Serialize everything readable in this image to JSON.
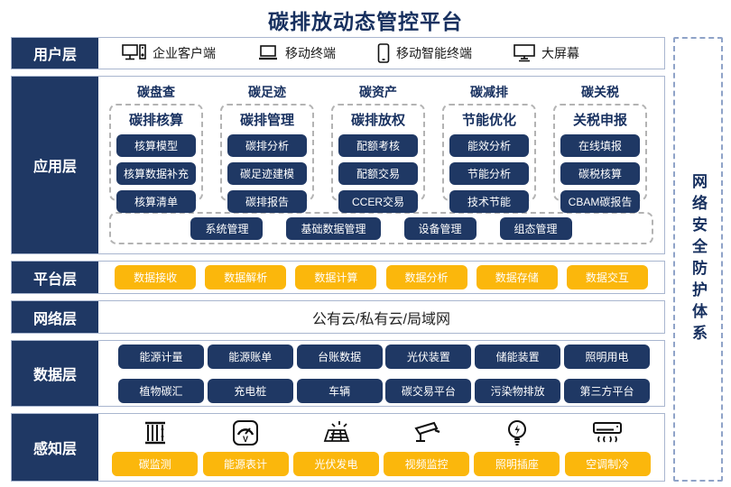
{
  "title": "碳排放动态管控平台",
  "right_bar": {
    "text": "网络安全防护体系"
  },
  "layers": {
    "user": {
      "label": "用户层",
      "devices": [
        {
          "icon": "desktop-pc-icon",
          "label": "企业客户端"
        },
        {
          "icon": "laptop-icon",
          "label": "移动终端"
        },
        {
          "icon": "smartphone-icon",
          "label": "移动智能终端"
        },
        {
          "icon": "big-screen-icon",
          "label": "大屏幕"
        }
      ]
    },
    "app": {
      "label": "应用层",
      "columns": [
        {
          "header": "碳盘查",
          "title": "碳排核算",
          "items": [
            "核算模型",
            "核算数据补充",
            "核算清单"
          ]
        },
        {
          "header": "碳足迹",
          "title": "碳排管理",
          "items": [
            "碳排分析",
            "碳足迹建模",
            "碳排报告"
          ]
        },
        {
          "header": "碳资产",
          "title": "碳排放权",
          "items": [
            "配额考核",
            "配额交易",
            "CCER交易"
          ]
        },
        {
          "header": "碳减排",
          "title": "节能优化",
          "items": [
            "能效分析",
            "节能分析",
            "技术节能"
          ]
        },
        {
          "header": "碳关税",
          "title": "关税申报",
          "items": [
            "在线填报",
            "碳税核算",
            "CBAM碳报告"
          ]
        }
      ],
      "common": [
        "系统管理",
        "基础数据管理",
        "设备管理",
        "组态管理"
      ]
    },
    "platform": {
      "label": "平台层",
      "items": [
        "数据接收",
        "数据解析",
        "数据计算",
        "数据分析",
        "数据存储",
        "数据交互"
      ]
    },
    "network": {
      "label": "网络层",
      "text": "公有云/私有云/局域网"
    },
    "data": {
      "label": "数据层",
      "row1": [
        "能源计量",
        "能源账单",
        "台账数据",
        "光伏装置",
        "储能装置",
        "照明用电"
      ],
      "row2": [
        "植物碳汇",
        "充电桩",
        "车辆",
        "碳交易平台",
        "污染物排放",
        "第三方平台"
      ]
    },
    "perception": {
      "label": "感知层",
      "items": [
        {
          "icon": "carbon-monitor-icon",
          "label": "碳监测"
        },
        {
          "icon": "energy-meter-icon",
          "label": "能源表计"
        },
        {
          "icon": "solar-power-icon",
          "label": "光伏发电"
        },
        {
          "icon": "cctv-camera-icon",
          "label": "视频监控"
        },
        {
          "icon": "light-socket-icon",
          "label": "照明插座"
        },
        {
          "icon": "air-conditioner-icon",
          "label": "空调制冷"
        }
      ]
    }
  },
  "colors": {
    "navy": "#1f3864",
    "orange": "#fbb70c",
    "row_border": "#a9b6cf",
    "dashed_gray": "#b3b3b3",
    "dashed_blue": "#8fa3c8",
    "title_text": "#17305f"
  }
}
